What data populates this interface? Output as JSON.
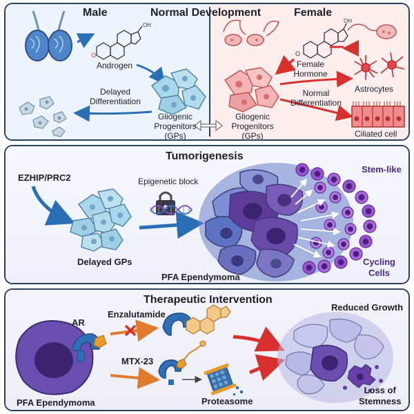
{
  "normal": {
    "title_male": "Male",
    "title_center": "Normal Development",
    "title_female": "Female",
    "androgen": "Androgen",
    "delayed_diff": [
      "Delayed",
      "Differentiation"
    ],
    "gp_left": [
      "Gliogenic",
      "Progenitors",
      "(GPs)"
    ],
    "gp_right": [
      "Gliogenic",
      "Progenitors",
      "(GPs)"
    ],
    "female_hormone": [
      "Female",
      "Hormone"
    ],
    "astrocytes": "Astrocytes",
    "normal_diff": [
      "Normal",
      "Differentiation"
    ],
    "ciliated": "Ciliated cell",
    "steroid_oh": "OH"
  },
  "tumor": {
    "title": "Tumorigenesis",
    "ezhip": "EZHIP/PRC2",
    "epigenetic": "Epigenetic block",
    "delayed_gps": "Delayed GPs",
    "pfa": "PFA Ependymoma",
    "stem_like": "Stem-like",
    "cycling": [
      "Cycling",
      "Cells"
    ]
  },
  "therapy": {
    "title": "Therapeutic Intervention",
    "ar": "AR",
    "enzalutamide": "Enzalutamide",
    "mtx": "MTX-23",
    "proteasome": "Proteasome",
    "pfa": "PFA Ependymoma",
    "reduced": "Reduced Growth",
    "loss": [
      "Loss of",
      "Stemness"
    ]
  },
  "colors": {
    "border": "#2d3f63",
    "blue_cell": "#a9d6ea",
    "pink_cell": "#f0a0a4",
    "red_arrow": "#d8302c",
    "blue_arrow": "#2a6fb6",
    "tumor_purple": "#6a4fb0",
    "cycling_violet": "#8c3ec8",
    "ar_blue": "#2f6fb8",
    "drug_orange": "#e59c2c"
  }
}
